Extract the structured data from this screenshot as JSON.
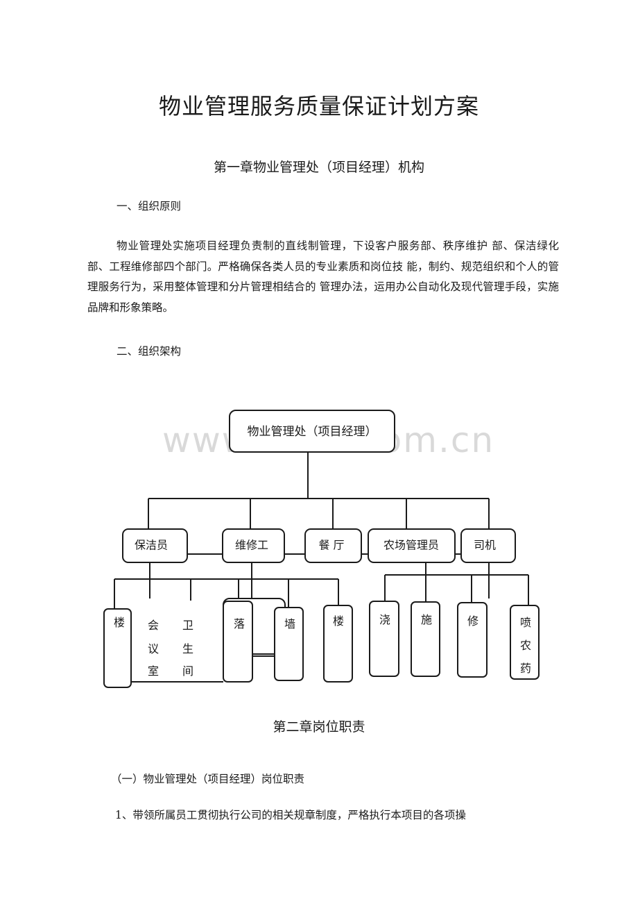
{
  "document": {
    "title": "物业管理服务质量保证计划方案",
    "chapter1": "第一章物业管理处（项目经理）机构",
    "section1": "一、组织原则",
    "paragraph": "物业管理处实施项目经理负责制的直线制管理，下设客户服务部、秩序维护  部、保洁绿化部、工程维修部四个部门。严格确保各类人员的专业素质和岗位技  能，制约、规范组织和个人的管理服务行为，采用整体管理和分片管理相结合的  管理办法，运用办公自动化及现代管理手段，实施品牌和形象策略。",
    "section2": "二、组织架构",
    "chapter2": "第二章岗位职责",
    "subsection1": "（一）物业管理处（项目经理）岗位职责",
    "item1": "1、带领所属员工贯彻执行公司的相关规章制度，严格执行本项目的各项操",
    "watermark": "www.zixin.com.cn"
  },
  "org_chart": {
    "root": "物业管理处（项目经理）",
    "departments": [
      "保洁员",
      "维修工",
      "餐 厅",
      "农场管理员",
      "司机"
    ],
    "leaves": [
      {
        "label": [
          "楼"
        ]
      },
      {
        "label": [
          "会",
          "议",
          "室"
        ]
      },
      {
        "label": [
          "卫",
          "生",
          "间"
        ]
      },
      {
        "label": [
          "落"
        ]
      },
      {
        "label": [
          "墙"
        ]
      },
      {
        "label": [
          "楼"
        ]
      },
      {
        "label": [
          "浇"
        ]
      },
      {
        "label": [
          "施"
        ]
      },
      {
        "label": [
          "修"
        ]
      },
      {
        "label": [
          "喷",
          "农",
          "药"
        ]
      }
    ]
  }
}
